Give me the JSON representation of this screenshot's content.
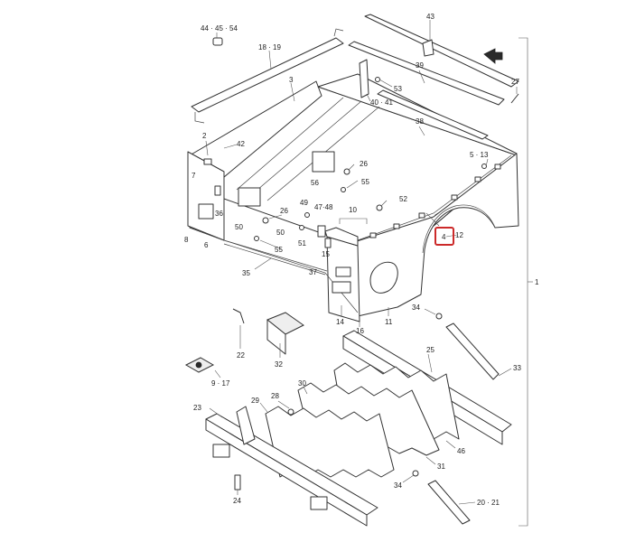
{
  "labels": {
    "l_44_45_54": "44 · 45 · 54",
    "l_18_19": "18 · 19",
    "l_43": "43",
    "l_39": "39",
    "l_27": "27",
    "l_3": "3",
    "l_53": "53",
    "l_40_41": "40 · 41",
    "l_38": "38",
    "l_2": "2",
    "l_42": "42",
    "l_7": "7",
    "l_5_13": "5 · 13",
    "l_26_a": "26",
    "l_56": "56",
    "l_55_a": "55",
    "l_36": "36",
    "l_52": "52",
    "l_49": "49",
    "l_47_48": "47·48",
    "l_10": "10",
    "l_26_b": "26",
    "l_50_a": "50",
    "l_50_b": "50",
    "l_4": "4",
    "l_12": "12",
    "l_8": "8",
    "l_6": "6",
    "l_51": "51",
    "l_15": "15",
    "l_55_b": "55",
    "l_37": "37",
    "l_35": "35",
    "l_1": "1",
    "l_34_a": "34",
    "l_14": "14",
    "l_11": "11",
    "l_16": "16",
    "l_22": "22",
    "l_32": "32",
    "l_25": "25",
    "l_33": "33",
    "l_9_17": "9 · 17",
    "l_30": "30",
    "l_28": "28",
    "l_29": "29",
    "l_23": "23",
    "l_46": "46",
    "l_31": "31",
    "l_24": "24",
    "l_34_b": "34",
    "l_20_21": "20 · 21"
  },
  "highlight": {
    "color": "#cc2a2a",
    "part": "4"
  }
}
